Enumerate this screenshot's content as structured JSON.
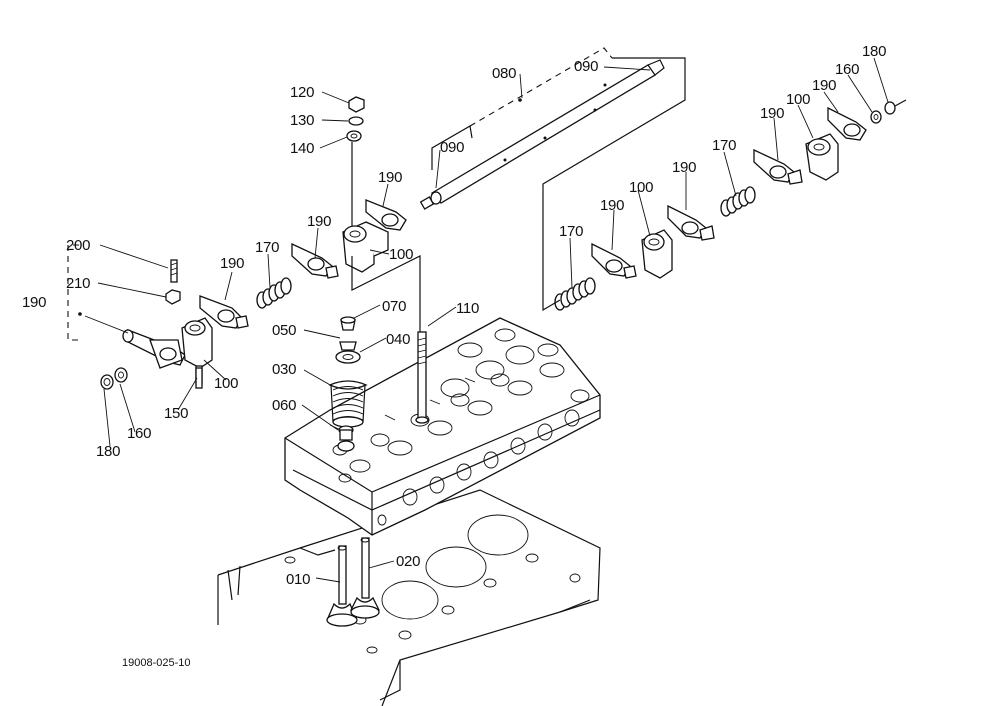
{
  "figure_id": "19008-025-10",
  "labels": {
    "l010": "010",
    "l020": "020",
    "l030": "030",
    "l040": "040",
    "l050": "050",
    "l060": "060",
    "l070": "070",
    "l080": "080",
    "l090a": "090",
    "l090b": "090",
    "l100a": "100",
    "l100b": "100",
    "l100c": "100",
    "l100d": "100",
    "l110": "110",
    "l120": "120",
    "l130": "130",
    "l140": "140",
    "l150": "150",
    "l160a": "160",
    "l160b": "160",
    "l170a": "170",
    "l170b": "170",
    "l170c": "170",
    "l180a": "180",
    "l180b": "180",
    "l190a": "190",
    "l190b": "190",
    "l190c": "190",
    "l190d": "190",
    "l190e": "190",
    "l190f": "190",
    "l190g": "190",
    "l190h": "190",
    "l200": "200",
    "l210": "210"
  }
}
